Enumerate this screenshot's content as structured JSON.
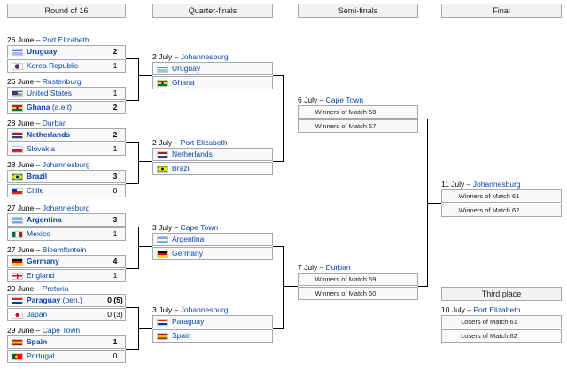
{
  "rounds": [
    "Round of 16",
    "Quarter-finals",
    "Semi-finals",
    "Final"
  ],
  "third_place_header": "Third place",
  "r16": [
    {
      "date": "26 June",
      "venue": "Port Elizabeth",
      "teams": [
        {
          "name": "Uruguay",
          "flag": "uruguay-flag",
          "score": "2",
          "winner": true
        },
        {
          "name": "Korea Republic",
          "flag": "korea-flag",
          "score": "1",
          "winner": false
        }
      ]
    },
    {
      "date": "26 June",
      "venue": "Rustenburg",
      "teams": [
        {
          "name": "United States",
          "flag": "usa-flag",
          "score": "1",
          "winner": false
        },
        {
          "name": "Ghana",
          "extra": " (a.e.t)",
          "flag": "ghana-flag",
          "score": "2",
          "winner": true
        }
      ]
    },
    {
      "date": "28 June",
      "venue": "Durban",
      "teams": [
        {
          "name": "Netherlands",
          "flag": "netherlands-flag",
          "score": "2",
          "winner": true
        },
        {
          "name": "Slovakia",
          "flag": "slovakia-flag",
          "score": "1",
          "winner": false
        }
      ]
    },
    {
      "date": "28 June",
      "venue": "Johannesburg",
      "teams": [
        {
          "name": "Brazil",
          "flag": "brazil-flag",
          "score": "3",
          "winner": true
        },
        {
          "name": "Chile",
          "flag": "chile-flag",
          "score": "0",
          "winner": false
        }
      ]
    },
    {
      "date": "27 June",
      "venue": "Johannesburg",
      "teams": [
        {
          "name": "Argentina",
          "flag": "argentina-flag",
          "score": "3",
          "winner": true
        },
        {
          "name": "Mexico",
          "flag": "mexico-flag",
          "score": "1",
          "winner": false
        }
      ]
    },
    {
      "date": "27 June",
      "venue": "Bloemfontein",
      "teams": [
        {
          "name": "Germany",
          "flag": "germany-flag",
          "score": "4",
          "winner": true
        },
        {
          "name": "England",
          "flag": "england-flag",
          "score": "1",
          "winner": false
        }
      ]
    },
    {
      "date": "29 June",
      "venue": "Pretoria",
      "teams": [
        {
          "name": "Paraguay",
          "extra": " (pen.)",
          "flag": "paraguay-flag",
          "score": "0 (5)",
          "winner": true
        },
        {
          "name": "Japan",
          "flag": "japan-flag",
          "score": "0 (3)",
          "winner": false
        }
      ]
    },
    {
      "date": "29 June",
      "venue": "Cape Town",
      "teams": [
        {
          "name": "Spain",
          "flag": "spain-flag",
          "score": "1",
          "winner": true
        },
        {
          "name": "Portugal",
          "flag": "portugal-flag",
          "score": "0",
          "winner": false
        }
      ]
    }
  ],
  "qf": [
    {
      "date": "2 July",
      "venue": "Johannesburg",
      "teams": [
        {
          "name": "Uruguay",
          "flag": "uruguay-flag",
          "score": ""
        },
        {
          "name": "Ghana",
          "flag": "ghana-flag",
          "score": ""
        }
      ]
    },
    {
      "date": "2 July",
      "venue": "Port Elizabeth",
      "teams": [
        {
          "name": "Netherlands",
          "flag": "netherlands-flag",
          "score": ""
        },
        {
          "name": "Brazil",
          "flag": "brazil-flag",
          "score": ""
        }
      ]
    },
    {
      "date": "3 July",
      "venue": "Cape Town",
      "teams": [
        {
          "name": "Argentina",
          "flag": "argentina-flag",
          "score": ""
        },
        {
          "name": "Germany",
          "flag": "germany-flag",
          "score": ""
        }
      ]
    },
    {
      "date": "3 July",
      "venue": "Johannesburg",
      "teams": [
        {
          "name": "Paraguay",
          "flag": "paraguay-flag",
          "score": ""
        },
        {
          "name": "Spain",
          "flag": "spain-flag",
          "score": ""
        }
      ]
    }
  ],
  "sf": [
    {
      "date": "6 July",
      "venue": "Cape Town",
      "teams": [
        {
          "placeholder": "Winners of Match 58",
          "score": ""
        },
        {
          "placeholder": "Winners of Match 57",
          "score": ""
        }
      ]
    },
    {
      "date": "7 July",
      "venue": "Durban",
      "teams": [
        {
          "placeholder": "Winners of Match 59",
          "score": ""
        },
        {
          "placeholder": "Winners of Match 60",
          "score": ""
        }
      ]
    }
  ],
  "final": {
    "date": "11 July",
    "venue": "Johannesburg",
    "teams": [
      {
        "placeholder": "Winners of Match 61",
        "score": ""
      },
      {
        "placeholder": "Winners of Match 62",
        "score": ""
      }
    ]
  },
  "third": {
    "date": "10 July",
    "venue": "Port Elizabeth",
    "teams": [
      {
        "placeholder": "Losers of Match 61",
        "score": ""
      },
      {
        "placeholder": "Losers of Match 62",
        "score": ""
      }
    ]
  }
}
